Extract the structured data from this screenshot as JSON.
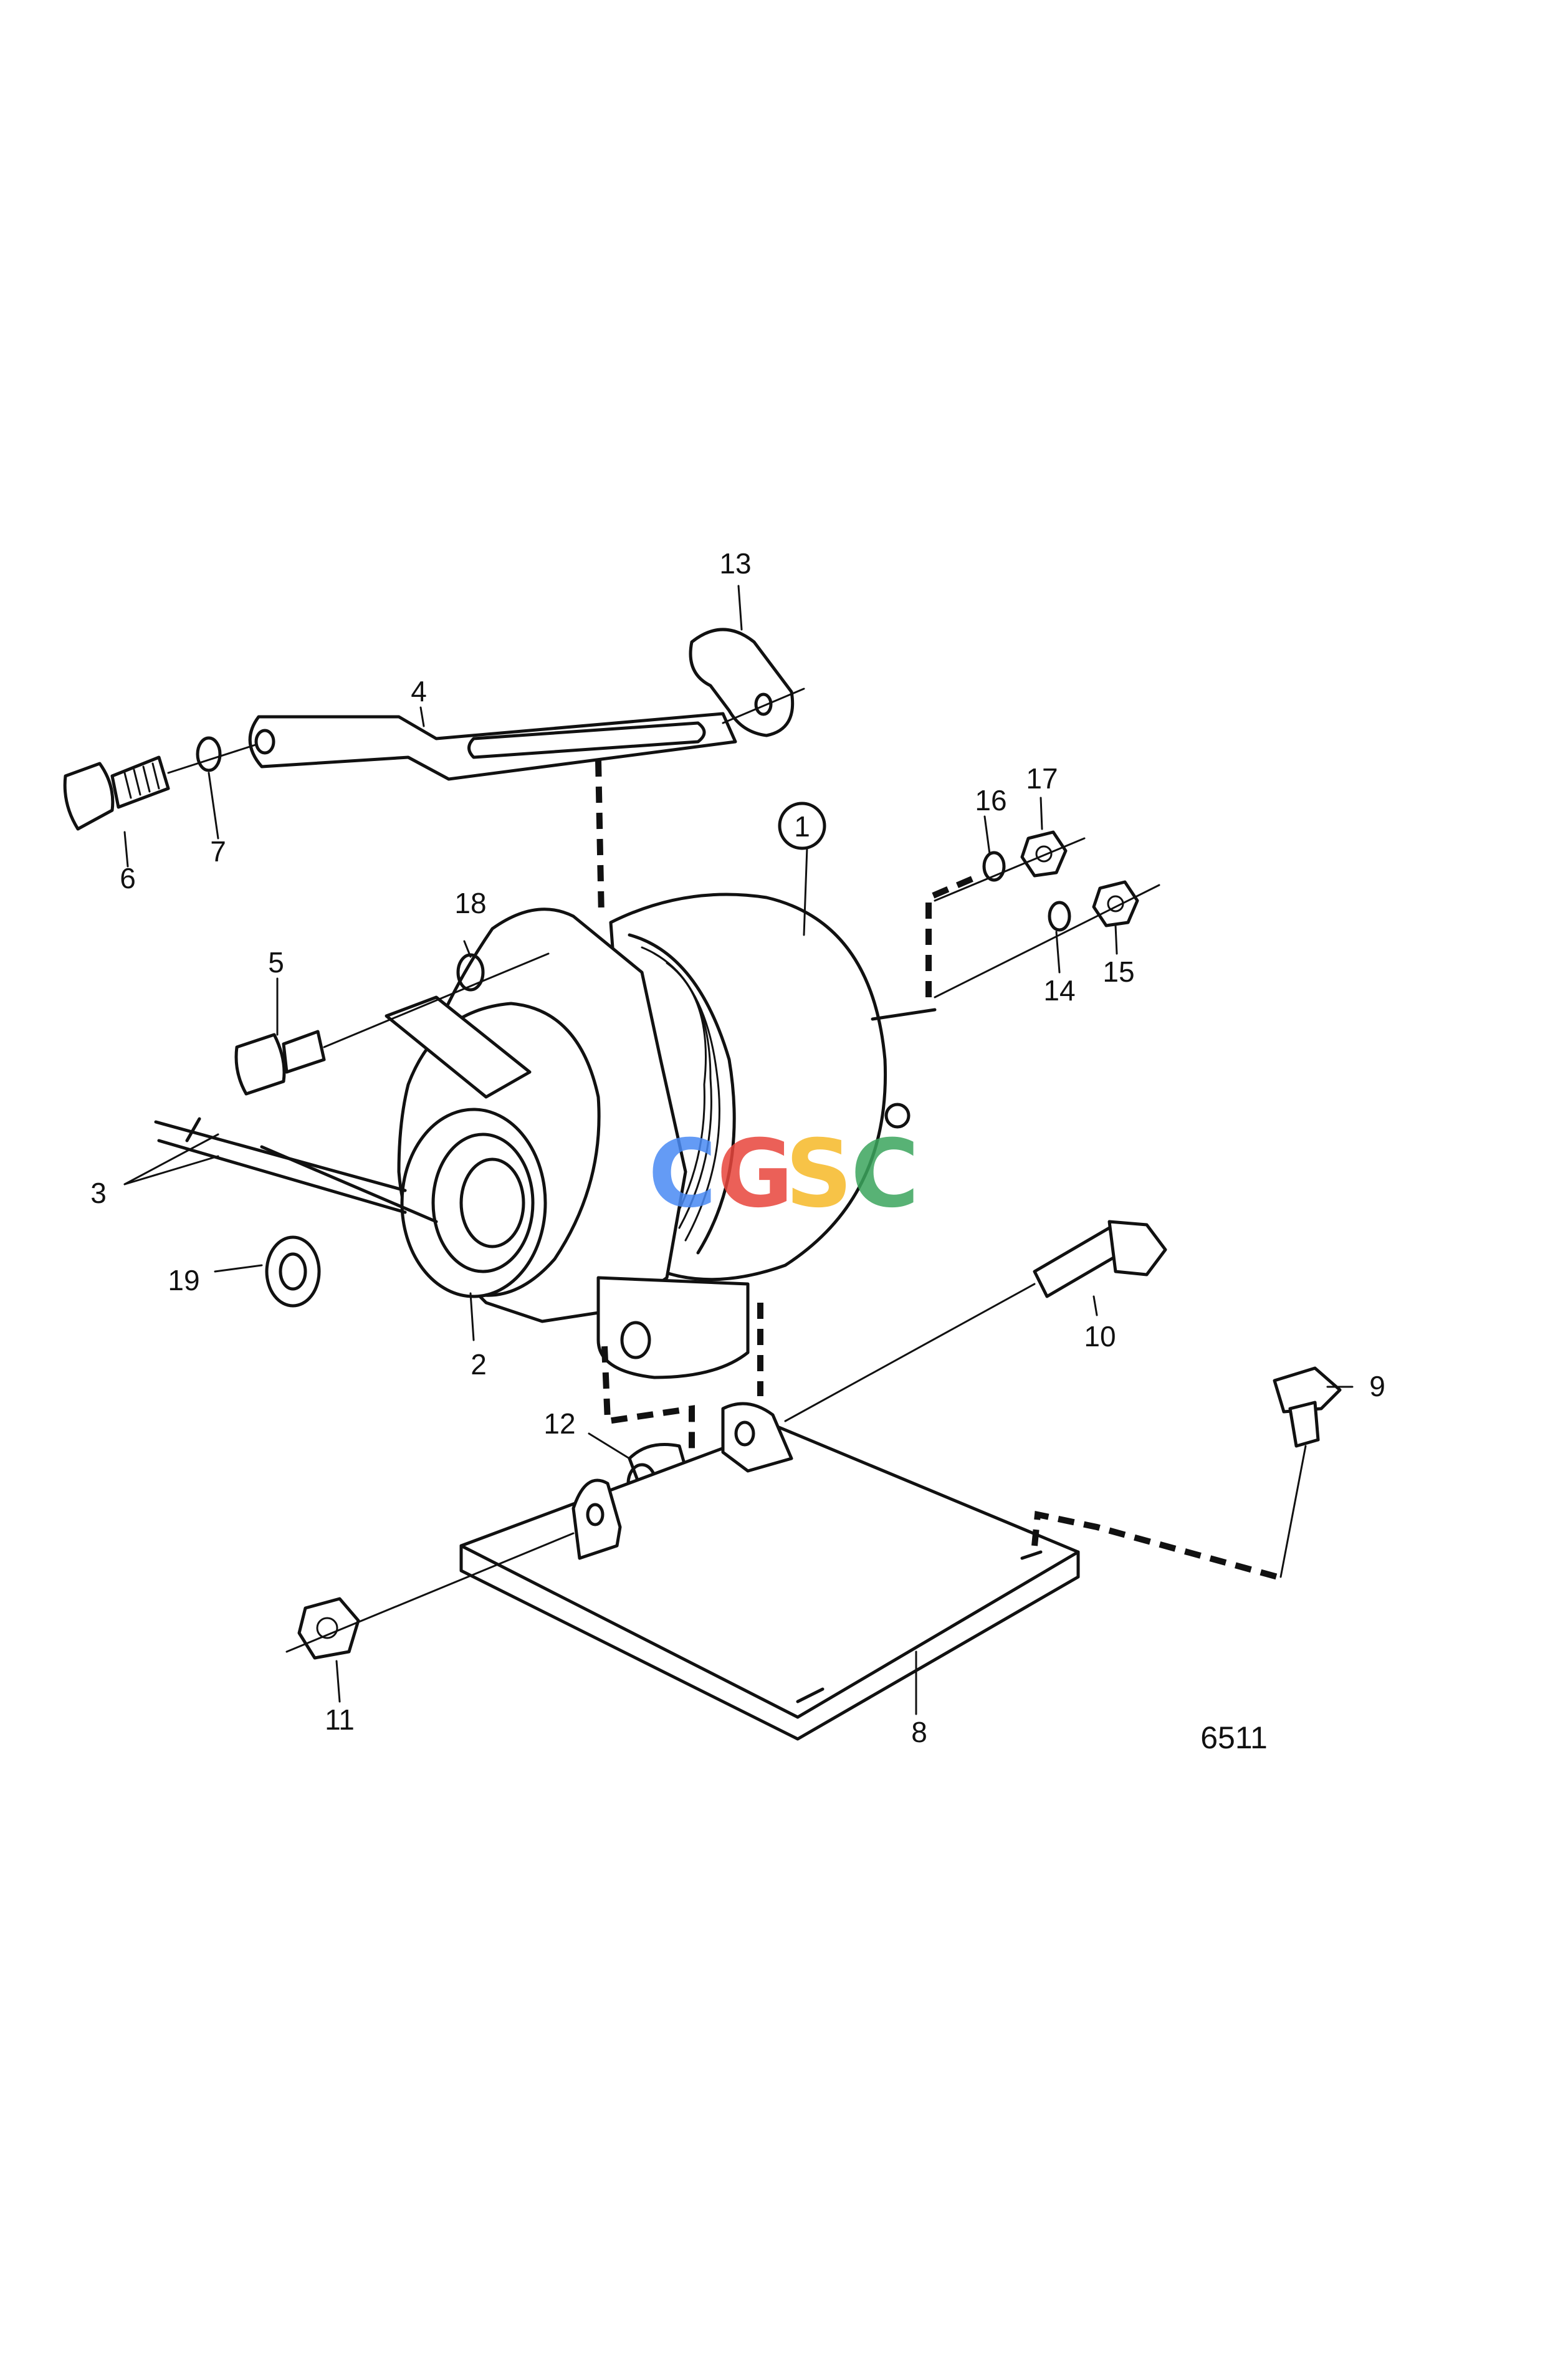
{
  "figure_id": "6511",
  "watermark": {
    "letters": [
      "C",
      "G",
      "S",
      "C"
    ],
    "colors": [
      "#4a8af4",
      "#e8453c",
      "#f6b928",
      "#3ba55d"
    ]
  },
  "callouts": {
    "c1": "1",
    "c2": "2",
    "c3": "3",
    "c4": "4",
    "c5": "5",
    "c6": "6",
    "c7": "7",
    "c8": "8",
    "c9": "9",
    "c10": "10",
    "c11": "11",
    "c12": "12",
    "c13": "13",
    "c14": "14",
    "c15": "15",
    "c16": "16",
    "c17": "17",
    "c18": "18",
    "c19": "19"
  }
}
